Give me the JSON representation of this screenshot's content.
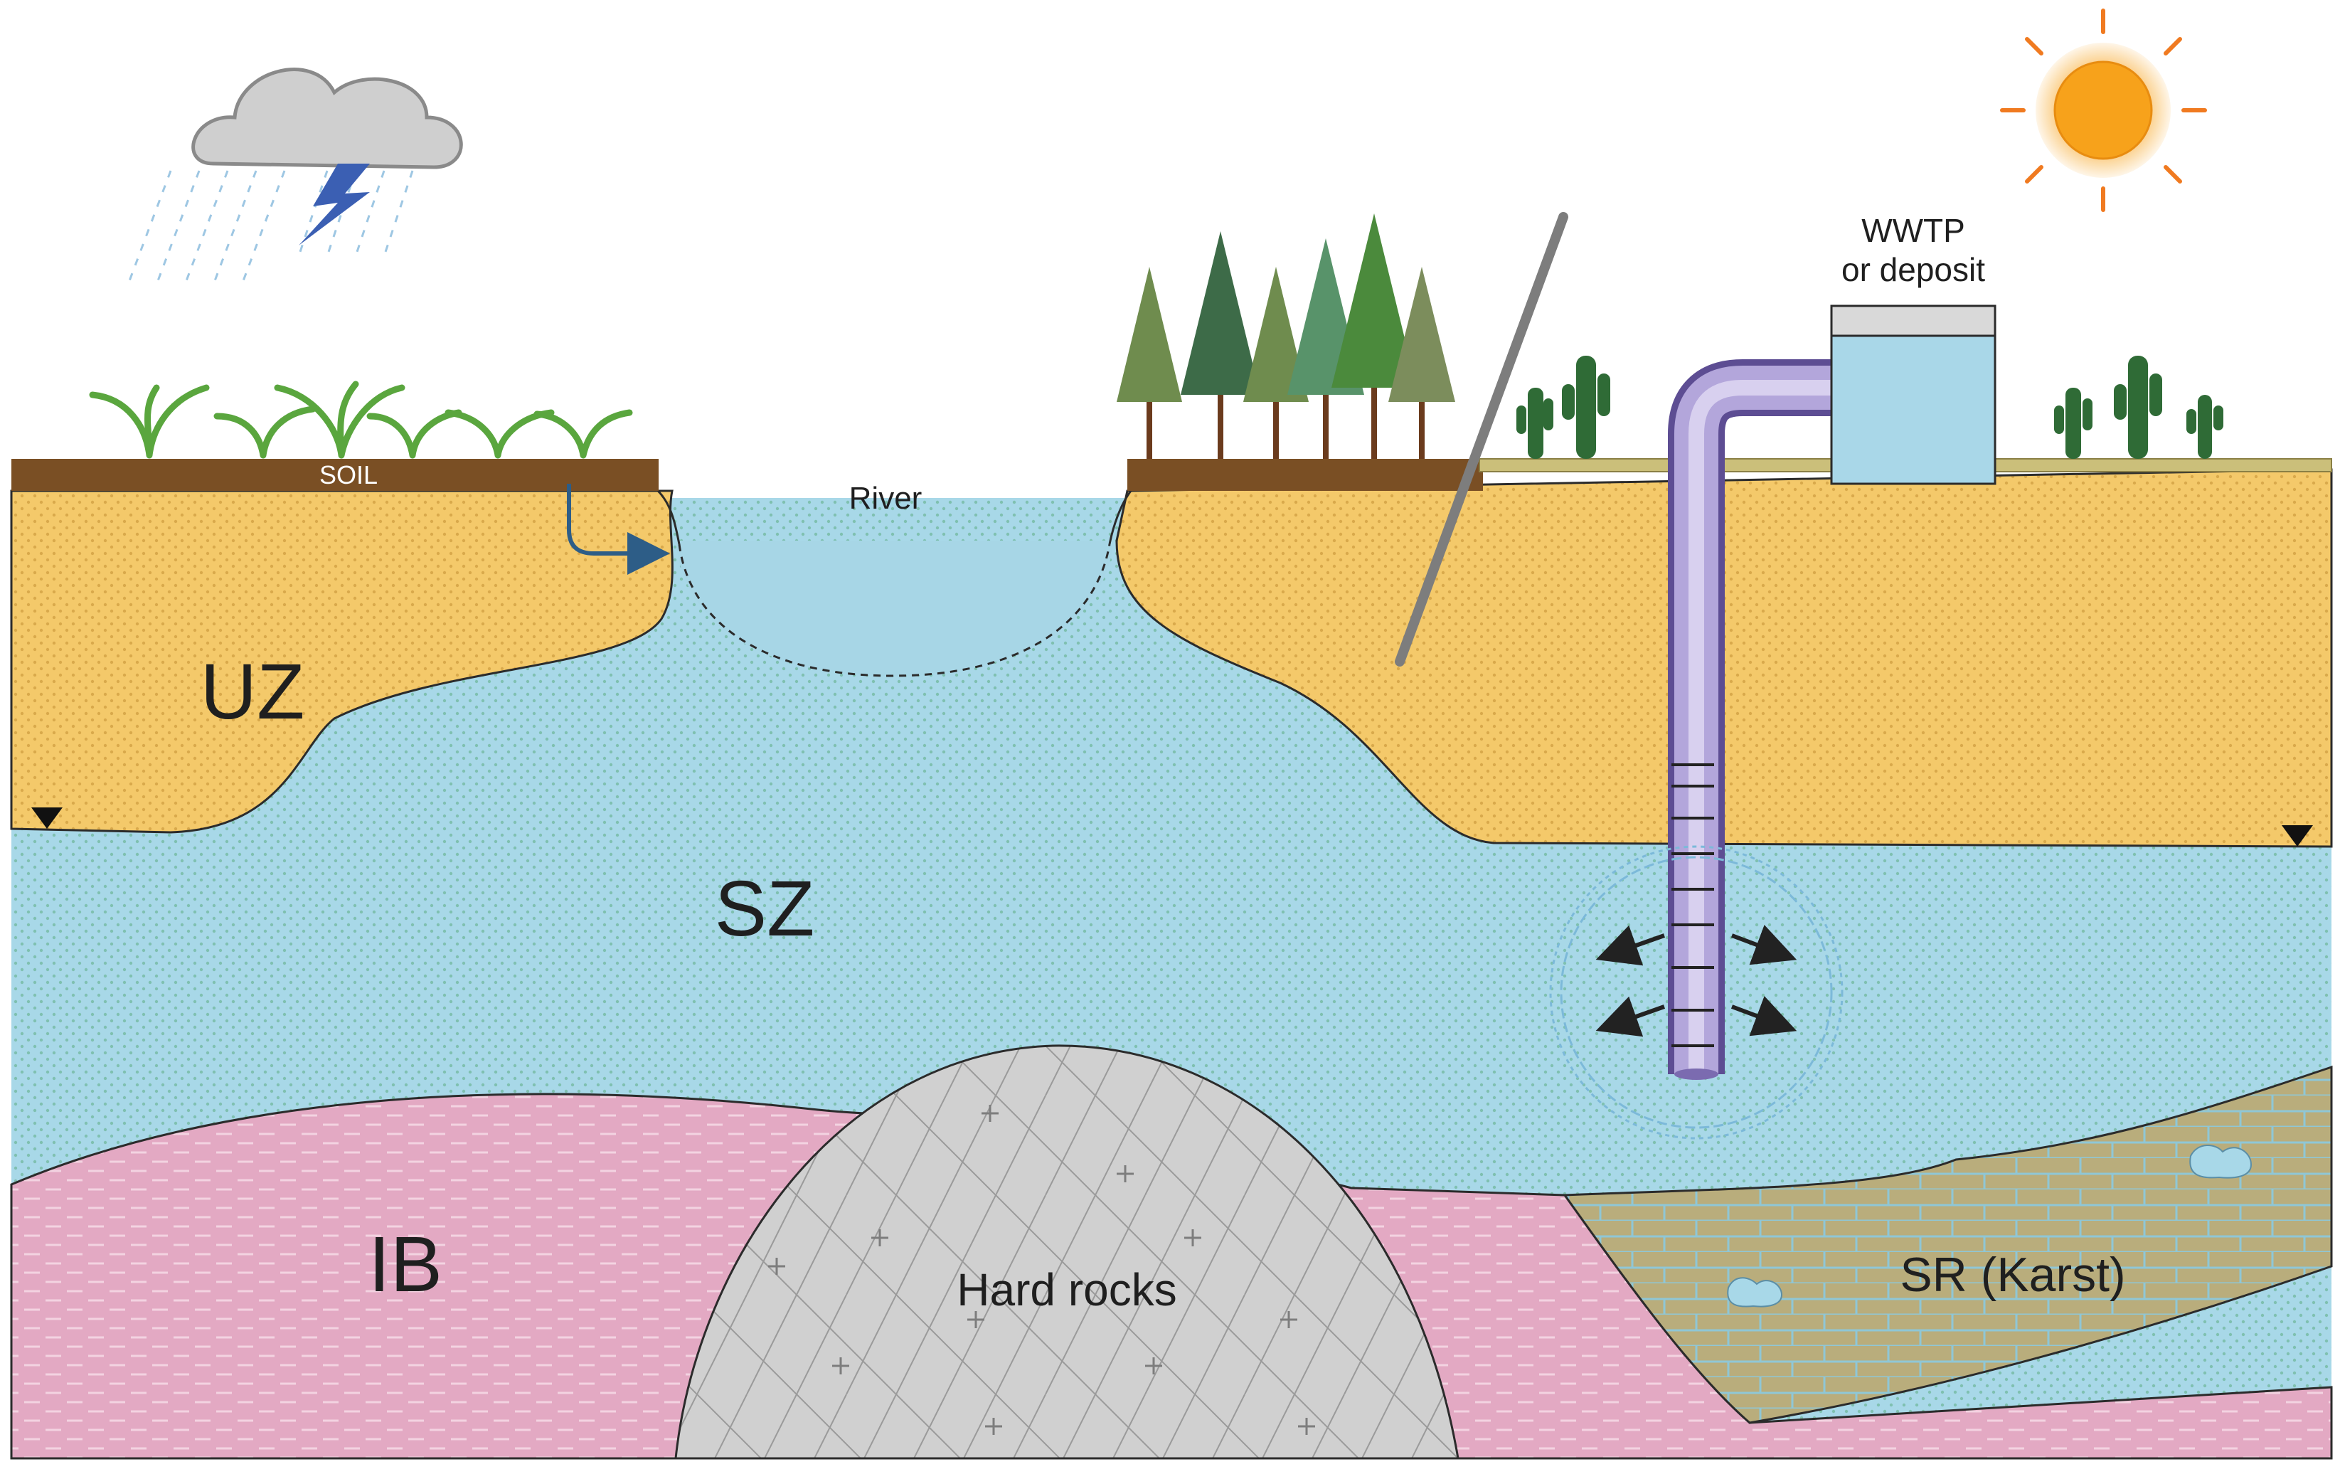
{
  "labels": {
    "soil": "SOIL",
    "river": "River",
    "uz": "UZ",
    "sz": "SZ",
    "ib": "IB",
    "hard_rocks": "Hard rocks",
    "sr": "SR (Karst)",
    "wwtp_line1": "WWTP",
    "wwtp_line2": "or deposit"
  },
  "colors": {
    "sky": "#ffffff",
    "unsaturated_zone": "#f4c96a",
    "saturated_zone": "#a8d8e8",
    "igneous_bedrock": "#e3a9c3",
    "hard_rocks": "#cfcfcf",
    "karst": "#b9ad7c",
    "soil": "#7a4f24",
    "desert_soil": "#cbbf7a",
    "river": "#a7d6e6",
    "sun": "#f7a21b",
    "pipe": "#9b88c4"
  },
  "icons": [
    "storm-cloud-icon",
    "lightning-icon",
    "sun-icon",
    "crop-plant-icon",
    "pine-tree-icon",
    "cactus-icon",
    "well-pipe-icon",
    "tank-icon",
    "water-table-marker-icon"
  ]
}
